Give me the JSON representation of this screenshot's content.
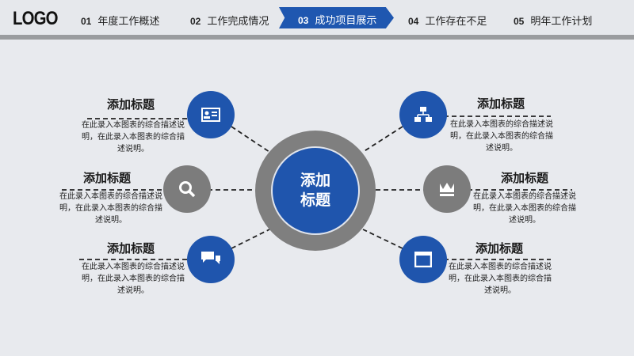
{
  "header": {
    "logo": "LOGO",
    "nav": [
      {
        "num": "01",
        "label": "年度工作概述"
      },
      {
        "num": "02",
        "label": "工作完成情况"
      },
      {
        "num": "03",
        "label": "成功项目展示",
        "active": true
      },
      {
        "num": "04",
        "label": "工作存在不足"
      },
      {
        "num": "05",
        "label": "明年工作计划"
      }
    ]
  },
  "center": {
    "line1": "添加",
    "line2": "标题"
  },
  "items": [
    {
      "title": "添加标题",
      "desc": "在此录入本图表的综合描述说明，在此录入本图表的综合描述说明。",
      "icon": "id-card-icon"
    },
    {
      "title": "添加标题",
      "desc": "在此录入本图表的综合描述说明，在此录入本图表的综合描述说明。",
      "icon": "search-icon"
    },
    {
      "title": "添加标题",
      "desc": "在此录入本图表的综合描述说明，在此录入本图表的综合描述说明。",
      "icon": "chat-icon"
    },
    {
      "title": "添加标题",
      "desc": "在此录入本图表的综合描述说明，在此录入本图表的综合描述说明。",
      "icon": "hierarchy-icon"
    },
    {
      "title": "添加标题",
      "desc": "在此录入本图表的综合描述说明，在此录入本图表的综合描述说明。",
      "icon": "crown-icon"
    },
    {
      "title": "添加标题",
      "desc": "在此录入本图表的综合描述说明，在此录入本图表的综合描述说明。",
      "icon": "window-icon"
    }
  ],
  "colors": {
    "blue": "#1f55ad",
    "gray": "#7c7c7c"
  }
}
